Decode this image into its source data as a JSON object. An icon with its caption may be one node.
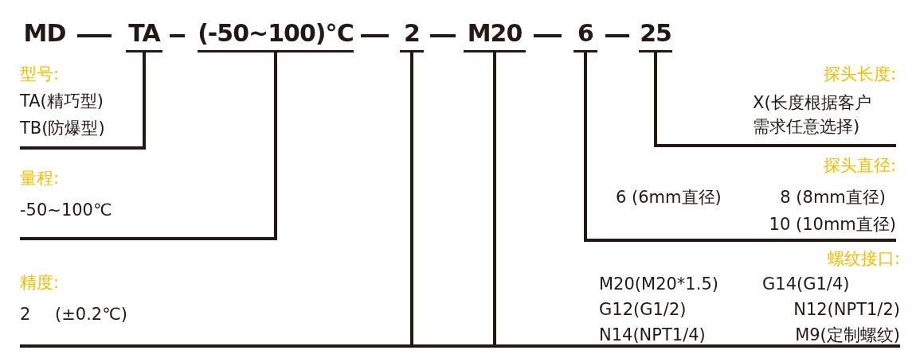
{
  "diagram": {
    "nodes": [
      {
        "text": [
          "MD"
        ]
      },
      {
        "text": [
          "TA"
        ]
      },
      {
        "text": [
          "(-50~100)℃"
        ]
      },
      {
        "text": [
          "2"
        ]
      },
      {
        "text": [
          "M20"
        ]
      },
      {
        "text": [
          "6"
        ]
      },
      {
        "text": [
          "25"
        ]
      },
      {
        "text": [
          "型号:",
          "TA(精巧型)",
          "TB(防爆型)"
        ]
      },
      {
        "text": [
          "量程:",
          "-50~100℃"
        ]
      },
      {
        "text": [
          "精度:",
          "2",
          "(±0.2℃)"
        ]
      },
      {
        "text": [
          "探头长度:",
          "X(长度根据客户需求任意选择)"
        ]
      },
      {
        "text": [
          "探头直径:",
          "6 (6mm直径)",
          "8 (8mm直径)",
          "10 (10mm直径)"
        ]
      },
      {
        "text": [
          "螺纹接口:",
          "M20(M20*1.5)",
          "G14(G1/4)",
          "G12(G1/2)",
          "N12(NPT1/2)",
          "N14(NPT1/4)",
          "M9(定制螺纹)"
        ]
      }
    ],
    "edges": [
      {
        "from": 1,
        "to": 7,
        "arrow": "none"
      },
      {
        "from": 2,
        "to": 8,
        "arrow": "none"
      },
      {
        "from": 3,
        "to": 9,
        "arrow": "none"
      },
      {
        "from": 4,
        "to": 12,
        "arrow": "none"
      },
      {
        "from": 5,
        "to": 11,
        "arrow": "none"
      },
      {
        "from": 6,
        "to": 10,
        "arrow": "none"
      }
    ]
  }
}
